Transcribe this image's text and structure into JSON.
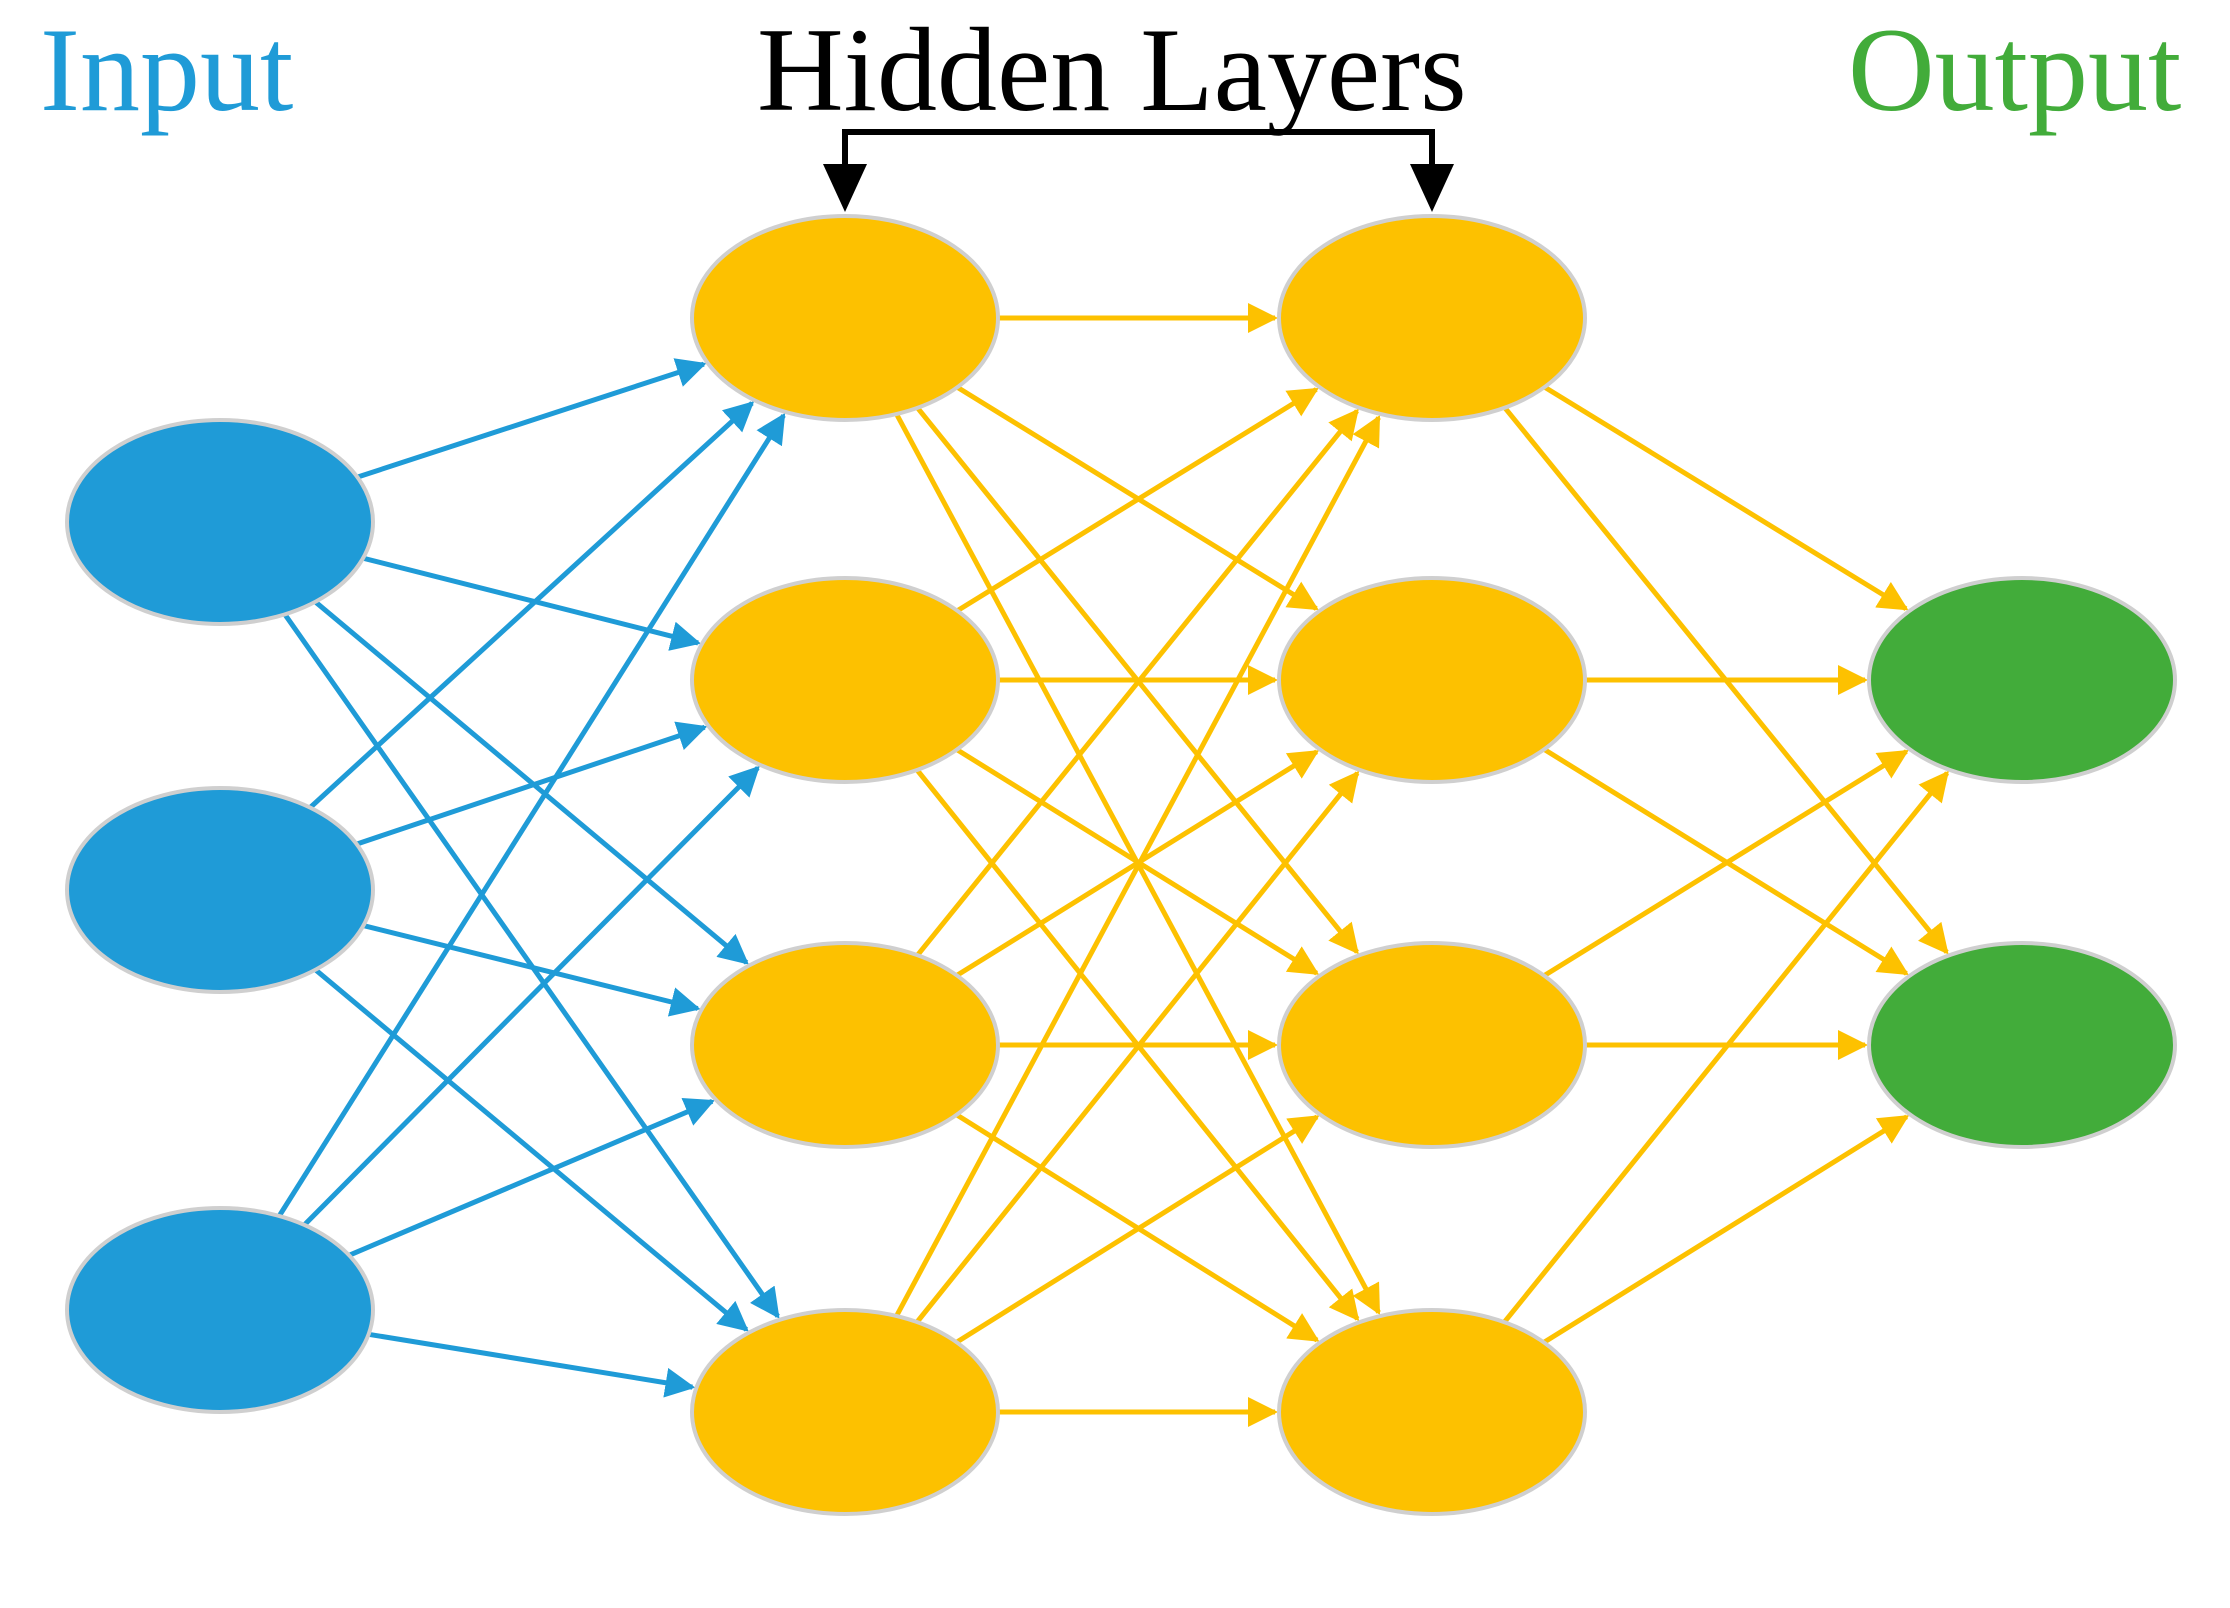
{
  "labels": {
    "input": "Input",
    "hidden": "Hidden Layers",
    "output": "Output"
  },
  "colors": {
    "input": "#1f9bd7",
    "hidden": "#fdc100",
    "output": "#42ac3a",
    "bracket": "#000000",
    "input_label": "#1f9bd7",
    "hidden_label": "#000000",
    "output_label": "#42ac3a",
    "node_border": "#cfcfcf"
  },
  "network": {
    "layers": [
      {
        "id": "input",
        "nodes": 3
      },
      {
        "id": "hidden1",
        "nodes": 4
      },
      {
        "id": "hidden2",
        "nodes": 4
      },
      {
        "id": "output",
        "nodes": 2
      }
    ],
    "connectivity": "fully-connected",
    "bracket_spans": [
      "hidden1",
      "hidden2"
    ]
  }
}
